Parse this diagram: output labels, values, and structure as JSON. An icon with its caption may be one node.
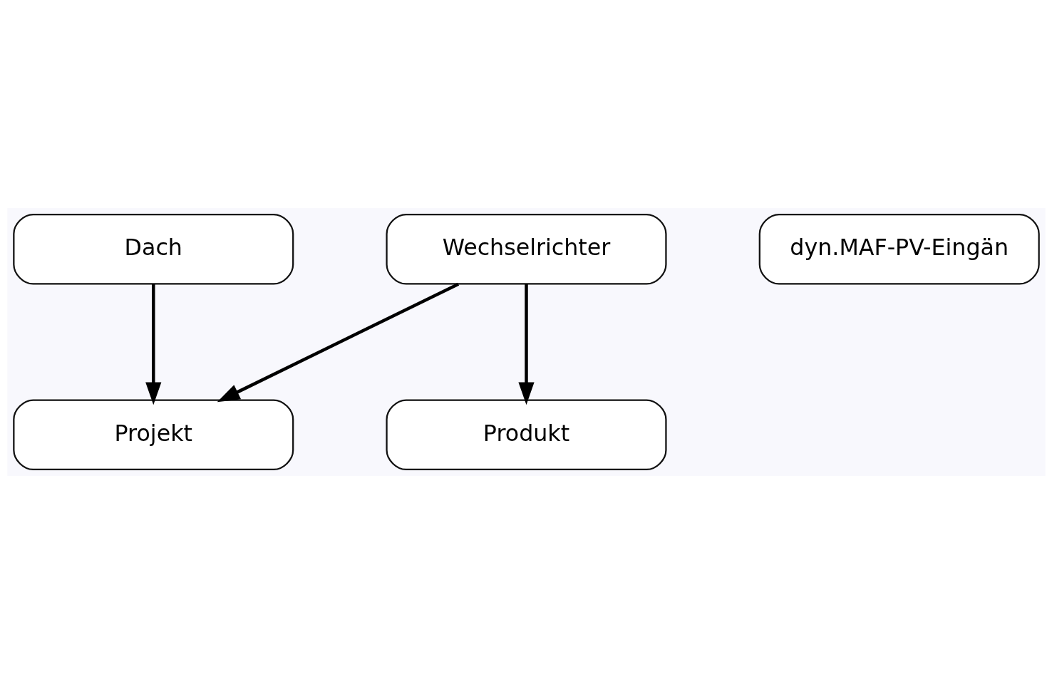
{
  "diagram": {
    "nodes": [
      {
        "text": [
          "Dach"
        ]
      },
      {
        "text": [
          "Wechselrichter"
        ]
      },
      {
        "text": [
          "Projekt"
        ]
      },
      {
        "text": [
          "dyn.MAF-PV-Eingän"
        ]
      },
      {
        "text": [
          "Produkt"
        ]
      }
    ],
    "edges": [
      {
        "from": 0,
        "to": 2,
        "arrow": "to"
      },
      {
        "from": 1,
        "to": 2,
        "arrow": "to"
      },
      {
        "from": 1,
        "to": 4,
        "arrow": "to"
      }
    ]
  }
}
